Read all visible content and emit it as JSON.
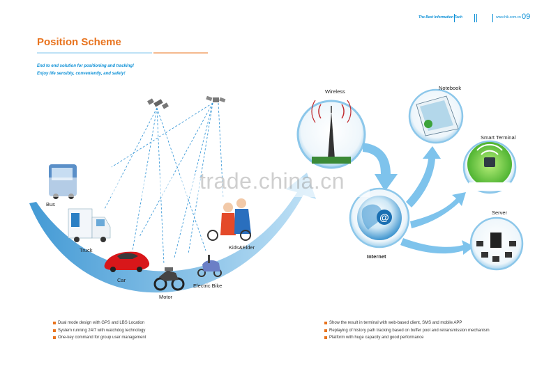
{
  "header": {
    "brand": "The Best Information Tech",
    "url": "www.hik.com.cn",
    "page_number": "09"
  },
  "title": "Position Scheme",
  "subtitle": {
    "line1": "End to end solution for positioning and tracking!",
    "line2": "Enjoy life sensibly, conveniently, and safely!"
  },
  "labels": {
    "bus": "Bus",
    "truck": "Truck",
    "car": "Car",
    "motor": "Motor",
    "ebike": "Electric Bike",
    "kids": "Kids&Elder",
    "wireless": "Wireless",
    "internet": "Internet",
    "notebook": "Notebook",
    "smart_terminal": "Smart Terminal",
    "server": "Server"
  },
  "bullets_left": [
    "Dual mode design with GPS and LBS Location",
    "System running 24/7 with watchdog technology",
    "One-key command for group user management"
  ],
  "bullets_right": [
    "Show the result in terminal with web-based client, SMS and mobile APP",
    "Replaying of history path tracking based on buffer pool and retransmission mechanism",
    "Platform with huge capacity and good performance"
  ],
  "watermark": "trade.china.cn",
  "colors": {
    "accent_orange": "#e8731e",
    "accent_blue": "#0a8fd6",
    "arrow_blue": "#7ec3ec"
  }
}
